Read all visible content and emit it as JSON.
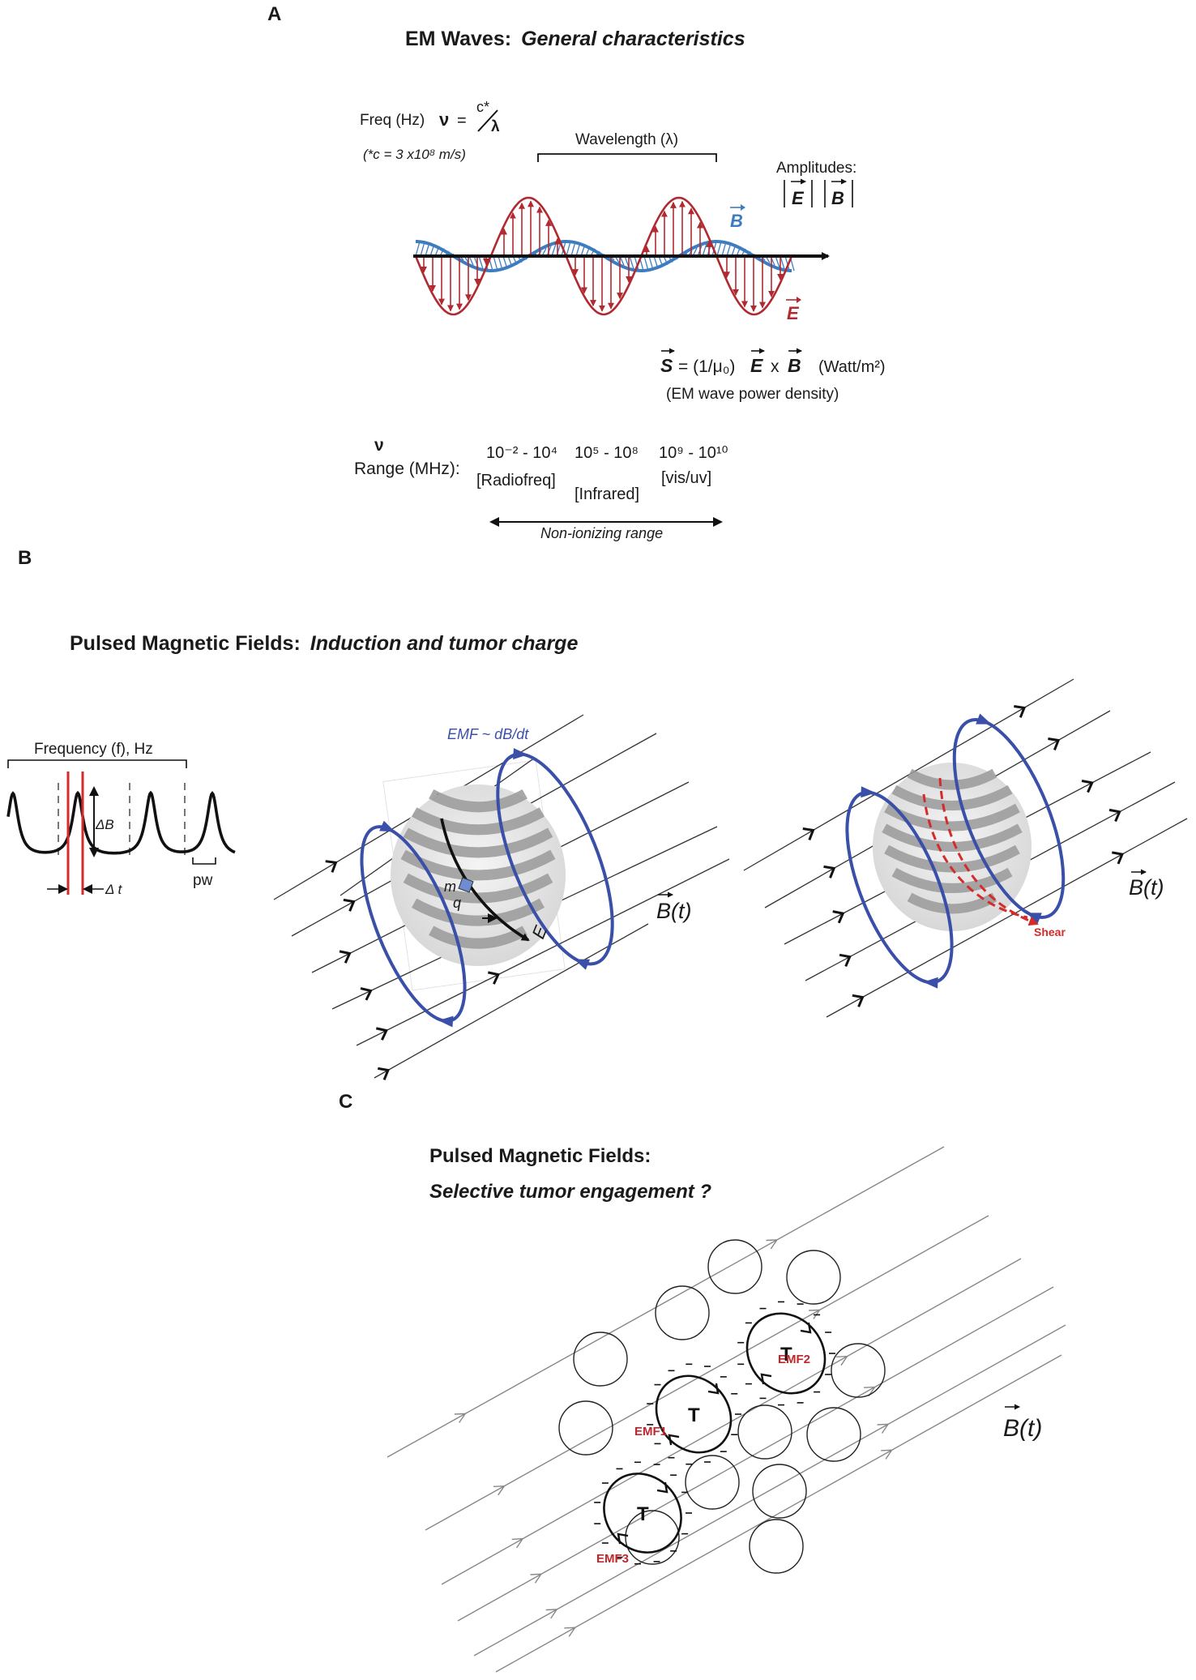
{
  "panel_a": {
    "letter": "A",
    "title": "EM Waves:",
    "title_italic": "General characteristics",
    "freq_label": "Freq (Hz)",
    "nu_symbol": "ν",
    "equals": "=",
    "c_star": "c*",
    "lambda": "λ",
    "c_note": "(*c = 3 x10⁸ m/s)",
    "wavelength_label": "Wavelength (λ)",
    "amplitudes_label": "Amplitudes:",
    "amp_e": "E",
    "amp_b": "B",
    "b_label": "B",
    "e_label": "E",
    "poynting_s": "S",
    "poynting_eq": "= (1/μ₀)",
    "poynting_e": "E",
    "poynting_x": "x",
    "poynting_b": "B",
    "poynting_units": "(Watt/m²)",
    "poynting_caption": "(EM wave power density)",
    "range_nu": "ν",
    "range_label": "Range (MHz):",
    "ranges": [
      {
        "value": "10⁻² - 10⁴",
        "name": "[Radiofreq]"
      },
      {
        "value": "10⁵ - 10⁸",
        "name": "[Infrared]"
      },
      {
        "value": "10⁹ - 10¹⁰",
        "name": "[vis/uv]"
      }
    ],
    "non_ionizing": "Non-ionizing range",
    "colors": {
      "e_field": "#b02a30",
      "b_field": "#3e7cc0"
    }
  },
  "panel_b": {
    "letter": "B",
    "title": "Pulsed Magnetic Fields:",
    "title_italic": "Induction and tumor charge",
    "frequency_label": "Frequency (f), Hz",
    "delta_b": "ΔB",
    "delta_t": "Δ t",
    "pw": "pw",
    "emf_label": "EMF ~ dB/dt",
    "m_label": "m",
    "q_label": "q",
    "e_label": "E",
    "bt_label": "B(t)",
    "shear_label": "Shear",
    "colors": {
      "loop": "#3a4fa8",
      "pulse_marker": "#d42b2b",
      "shear": "#d42b2b"
    }
  },
  "panel_c": {
    "letter": "C",
    "title": "Pulsed Magnetic Fields:",
    "subtitle": "Selective tumor engagement ?",
    "tumor_label": "T",
    "emf_labels": [
      "EMF2",
      "EMF1",
      "EMF3"
    ],
    "bt_label": "B(t)",
    "colors": {
      "emf": "#c0272d",
      "field_lines": "#888888"
    }
  }
}
